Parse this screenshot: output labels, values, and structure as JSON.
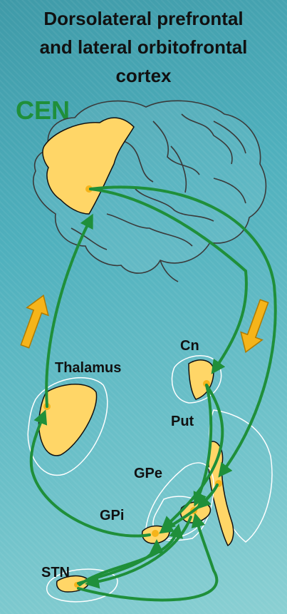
{
  "title": {
    "line1": "Dorsolateral prefrontal",
    "line2": "and lateral orbitofrontal",
    "line3": "cortex"
  },
  "network_label": "CEN",
  "regions": {
    "thalamus": "Thalamus",
    "cn": "Cn",
    "put": "Put",
    "gpe": "GPe",
    "gpi": "GPi",
    "stn": "STN"
  },
  "colors": {
    "pathway": "#1f8f3a",
    "region_fill": "#ffd667",
    "arrow_fill": "#f5b41a",
    "network_label": "#1f8f3a",
    "brain_outline": "#3a3a3a",
    "background": "#4fb0bd"
  },
  "icons": {
    "up_arrow": "up-arrow-icon",
    "down_arrow": "down-arrow-icon"
  }
}
